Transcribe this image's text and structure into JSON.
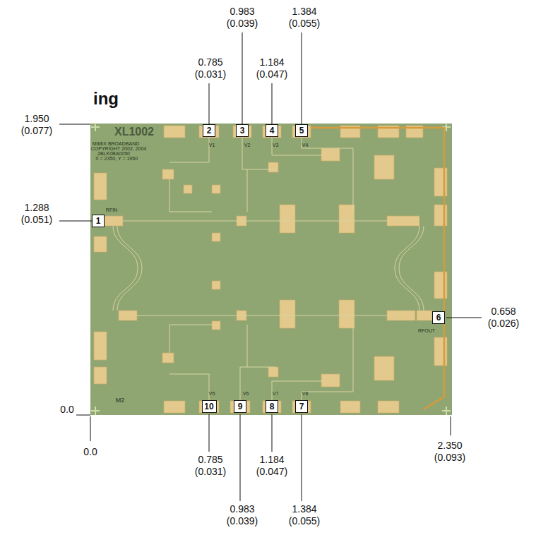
{
  "diagram": {
    "nodes": [
      {
        "text": [
          "2"
        ]
      },
      {
        "text": [
          "3"
        ]
      },
      {
        "text": [
          "4"
        ]
      },
      {
        "text": [
          "5"
        ]
      },
      {
        "text": [
          "1"
        ]
      },
      {
        "text": [
          "6"
        ]
      },
      {
        "text": [
          "10"
        ]
      },
      {
        "text": [
          "9"
        ]
      },
      {
        "text": [
          "8"
        ]
      },
      {
        "text": [
          "7"
        ]
      }
    ],
    "labels": [
      "ing",
      "0.983 (0.039)",
      "1.384 (0.055)",
      "0.785 (0.031)",
      "1.184 (0.047)",
      "1.950 (0.077)",
      "1.288 (0.051)",
      "0.658 (0.026)",
      "0.0",
      "0.0",
      "0.785 (0.031)",
      "1.184 (0.047)",
      "2.350 (0.093)",
      "0.983 (0.039)",
      "1.384 (0.055)",
      "XL1002",
      "MIMIX BROADBAND",
      "COPYRIGHT 2002, 2004",
      "2BLK0BA0050",
      "X = 2350, Y = 1950",
      "V1",
      "V2",
      "V3",
      "V4",
      "RFIN",
      "V5",
      "V6",
      "V7",
      "V8",
      "RFOUT",
      "M2"
    ]
  }
}
